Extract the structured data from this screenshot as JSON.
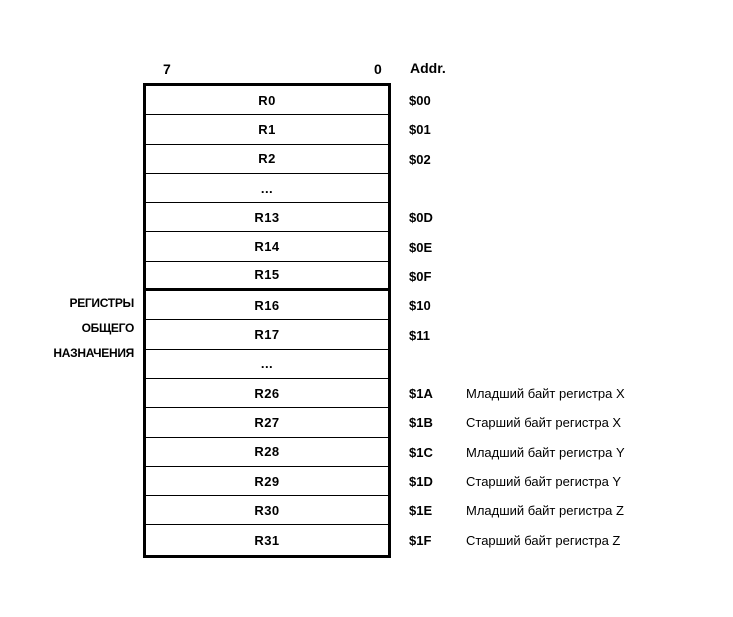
{
  "bit_labels": {
    "high": "7",
    "low": "0"
  },
  "addr_header": "Addr.",
  "group_label": [
    "РЕГИСТРЫ",
    "ОБЩЕГО",
    "НАЗНАЧЕНИЯ"
  ],
  "registers": [
    {
      "name": "R0",
      "addr": "$00",
      "desc": ""
    },
    {
      "name": "R1",
      "addr": "$01",
      "desc": ""
    },
    {
      "name": "R2",
      "addr": "$02",
      "desc": ""
    },
    {
      "name": "...",
      "addr": "",
      "desc": ""
    },
    {
      "name": "R13",
      "addr": "$0D",
      "desc": ""
    },
    {
      "name": "R14",
      "addr": "$0E",
      "desc": ""
    },
    {
      "name": "R15",
      "addr": "$0F",
      "desc": ""
    },
    {
      "name": "R16",
      "addr": "$10",
      "desc": ""
    },
    {
      "name": "R17",
      "addr": "$11",
      "desc": ""
    },
    {
      "name": "...",
      "addr": "",
      "desc": ""
    },
    {
      "name": "R26",
      "addr": "$1A",
      "desc": "Младший байт регистра X"
    },
    {
      "name": "R27",
      "addr": "$1B",
      "desc": "Старший байт регистра X"
    },
    {
      "name": "R28",
      "addr": "$1C",
      "desc": "Младший байт регистра Y"
    },
    {
      "name": "R29",
      "addr": "$1D",
      "desc": "Старший байт регистра Y"
    },
    {
      "name": "R30",
      "addr": "$1E",
      "desc": "Младший байт регистра Z"
    },
    {
      "name": "R31",
      "addr": "$1F",
      "desc": "Старший байт регистра Z"
    }
  ]
}
